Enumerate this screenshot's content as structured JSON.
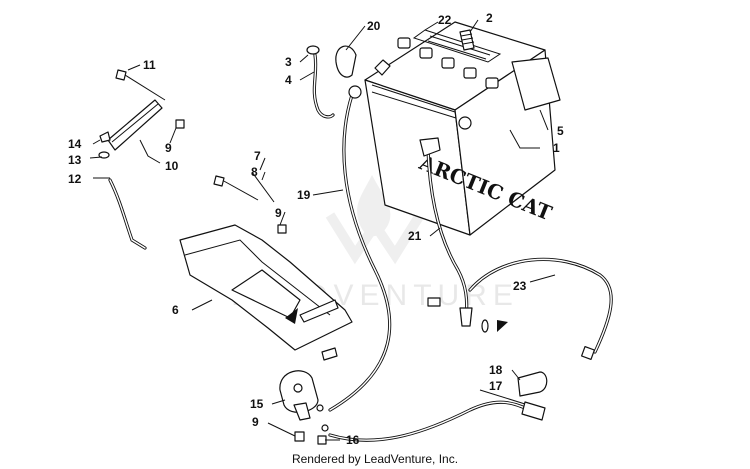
{
  "callouts": {
    "c1": "1",
    "c2": "2",
    "c3": "3",
    "c4": "4",
    "c5": "5",
    "c6": "6",
    "c7": "7",
    "c8": "8",
    "c9a": "9",
    "c9b": "9",
    "c9c": "9",
    "c10": "10",
    "c11": "11",
    "c12": "12",
    "c13": "13",
    "c14": "14",
    "c15": "15",
    "c16": "16",
    "c17": "17",
    "c18": "18",
    "c19": "19",
    "c20": "20",
    "c21": "21",
    "c22": "22",
    "c23": "23"
  },
  "battery_brand": "ARCTIC CAT",
  "watermark": "LEADVENTURE",
  "footer": "Rendered by LeadVenture, Inc."
}
